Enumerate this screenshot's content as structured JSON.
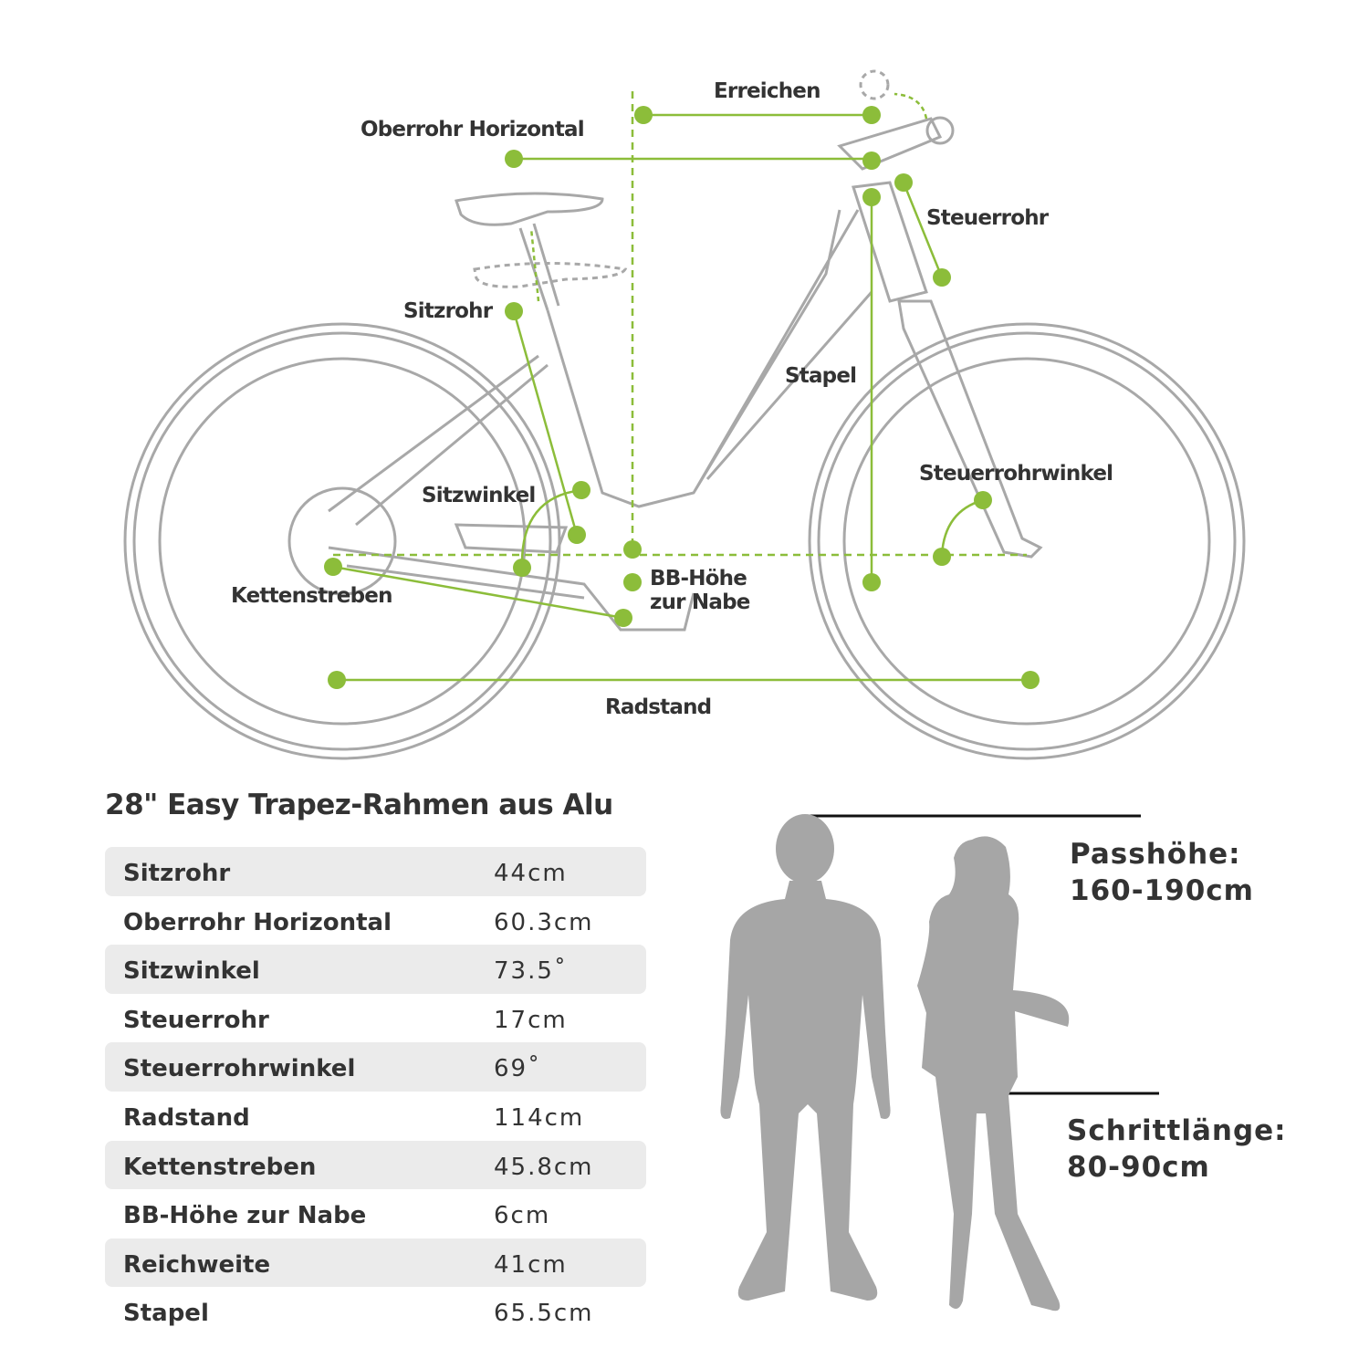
{
  "diagram": {
    "labels": {
      "reach": "Erreichen",
      "top_tube": "Oberrohr Horizontal",
      "head_tube": "Steuerrohr",
      "seat_tube": "Sitzrohr",
      "stack": "Stapel",
      "head_angle": "Steuerrohrwinkel",
      "seat_angle": "Sitzwinkel",
      "chainstay": "Kettenstreben",
      "bb_drop_line1": "BB-Höhe",
      "bb_drop_line2": "zur Nabe",
      "wheelbase": "Radstand"
    },
    "colors": {
      "accent": "#8cbd3a",
      "frame": "#a8a8a8",
      "text": "#333333"
    }
  },
  "specs": {
    "title": "28\" Easy Trapez-Rahmen aus Alu",
    "rows": [
      {
        "label": "Sitzrohr",
        "value": "44cm"
      },
      {
        "label": "Oberrohr Horizontal",
        "value": "60.3cm"
      },
      {
        "label": "Sitzwinkel",
        "value": "73.5˚"
      },
      {
        "label": "Steuerrohr",
        "value": "17cm"
      },
      {
        "label": "Steuerrohrwinkel",
        "value": "69˚"
      },
      {
        "label": "Radstand",
        "value": "114cm"
      },
      {
        "label": "Kettenstreben",
        "value": "45.8cm"
      },
      {
        "label": "BB-Höhe zur Nabe",
        "value": "6cm"
      },
      {
        "label": "Reichweite",
        "value": "41cm"
      },
      {
        "label": "Stapel",
        "value": "65.5cm"
      }
    ]
  },
  "fit": {
    "height_label": "Passhöhe:",
    "height_value": "160-190cm",
    "inseam_label": "Schrittlänge:",
    "inseam_value": "80-90cm"
  }
}
